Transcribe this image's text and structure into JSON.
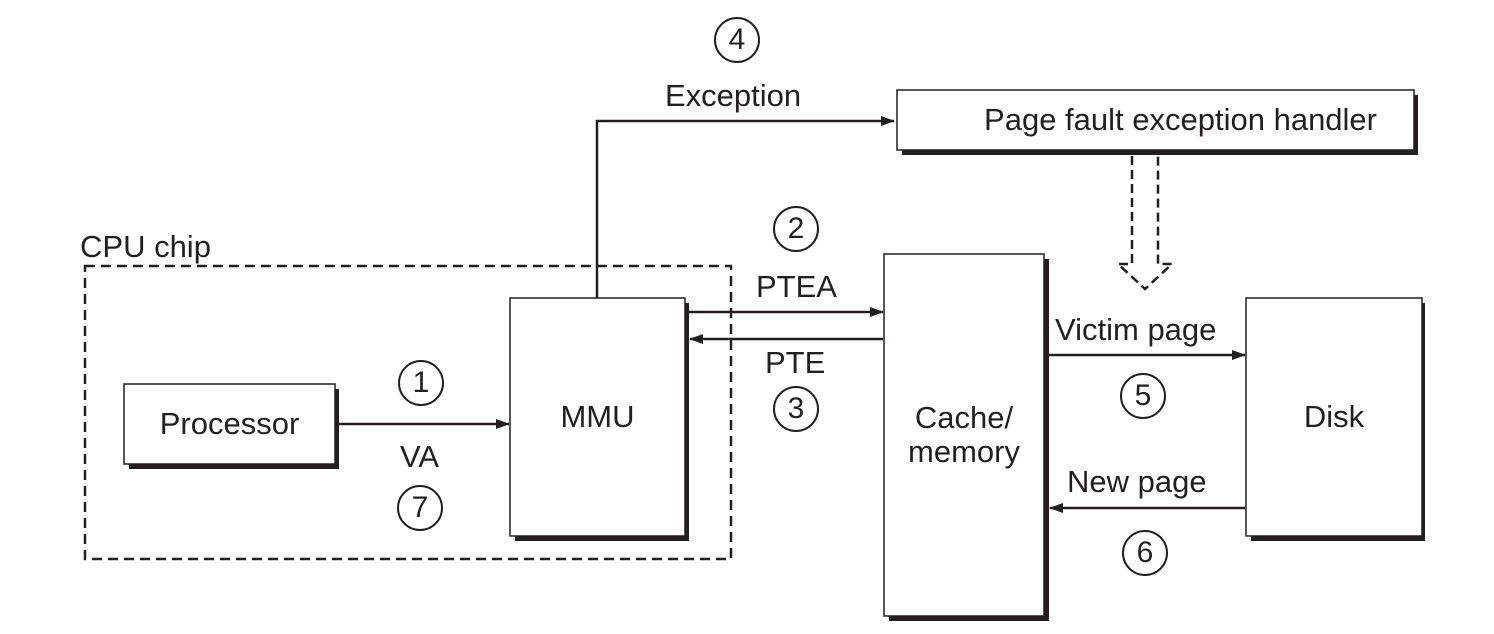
{
  "labels": {
    "cpu_chip": "CPU chip",
    "exception": "Exception",
    "ptea": "PTEA",
    "pte": "PTE",
    "va": "VA",
    "victim_page": "Victim page",
    "new_page": "New page"
  },
  "boxes": {
    "processor": "Processor",
    "mmu": "MMU",
    "cache_memory_line1": "Cache/",
    "cache_memory_line2": "memory",
    "disk": "Disk",
    "handler": "Page fault exception handler"
  },
  "steps": {
    "s1": "1",
    "s2": "2",
    "s3": "3",
    "s4": "4",
    "s5": "5",
    "s6": "6",
    "s7": "7"
  },
  "colors": {
    "ink": "#231f20",
    "shadow": "#231f20",
    "background": "#ffffff"
  }
}
